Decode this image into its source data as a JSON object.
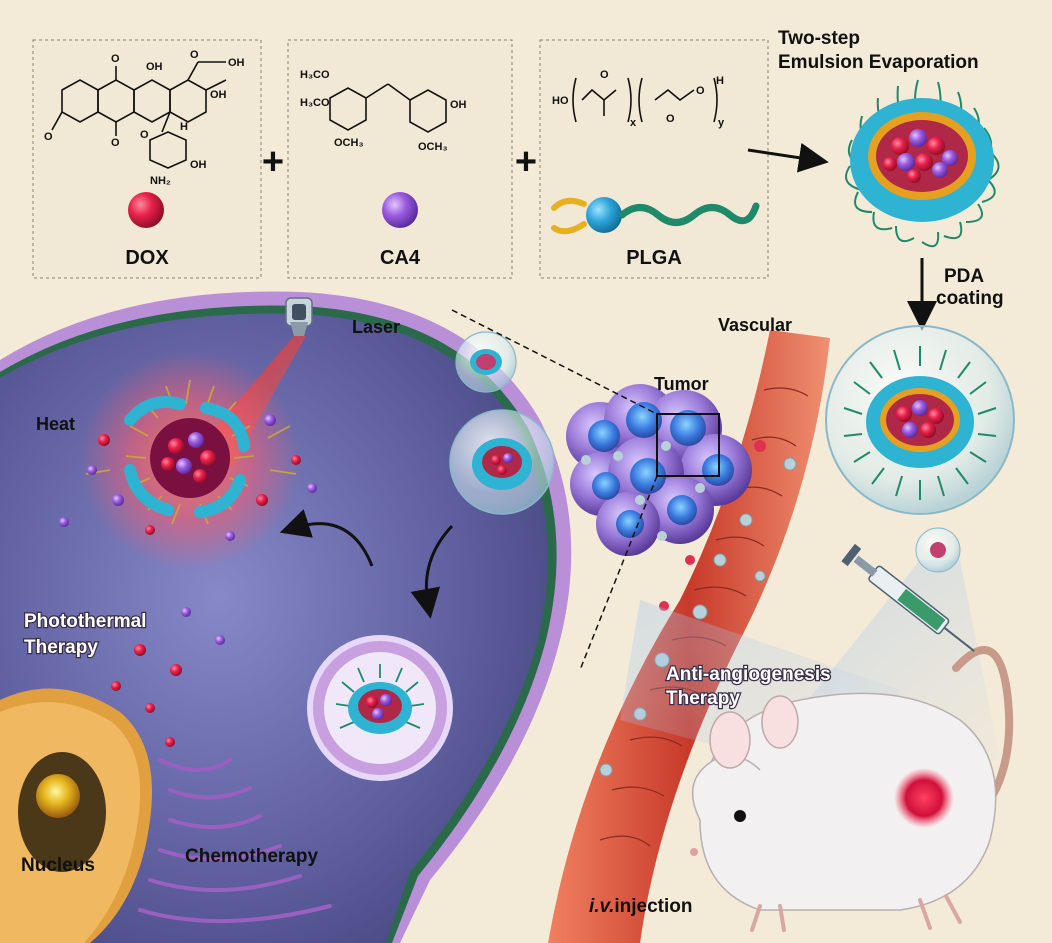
{
  "boxes": {
    "dox": "DOX",
    "ca4": "CA4",
    "plga": "PLGA"
  },
  "plus_signs": [
    "+",
    "+"
  ],
  "chem_labels": {
    "dox": [
      "O",
      "OH",
      "O",
      "OH",
      "OH",
      "O",
      "O",
      "H",
      "O",
      "OH",
      "NH₂"
    ],
    "ca4": [
      "H₃CO",
      "H₃CO",
      "OCH₃",
      "OH",
      "OCH₃"
    ],
    "plga": [
      "HO",
      "O",
      "O",
      "O",
      "H",
      "x",
      "y"
    ]
  },
  "process": {
    "step1_line1": "Two-step",
    "step1_line2": "Emulsion Evaporation",
    "step2_line1": "PDA",
    "step2_line2": "coating"
  },
  "labels": {
    "laser": "Laser",
    "vascular": "Vascular",
    "tumor": "Tumor",
    "heat": "Heat",
    "photothermal_1": "Photothermal",
    "photothermal_2": "Therapy",
    "anti_1": "Anti-angiogenesis",
    "anti_2": "Therapy",
    "nucleus": "Nucleus",
    "chemotherapy": "Chemotherapy",
    "injection_italic": "i.v.",
    "injection_rest": "injection"
  },
  "colors": {
    "background": "#f3ead8",
    "dox_sphere": "#e8204a",
    "ca4_sphere": "#9b5be0",
    "plga_head": "#2aa3d8",
    "plga_tail": "#1f8a6a",
    "cell": "#6a6aa8",
    "membrane": "#b990d8",
    "vessel": "#d8503a",
    "tumor": "#9a7ad8",
    "pda_shell": "#2fb3d2"
  },
  "icons": [
    "laser-icon",
    "syringe-icon",
    "mouse-icon",
    "arrow-icon"
  ]
}
